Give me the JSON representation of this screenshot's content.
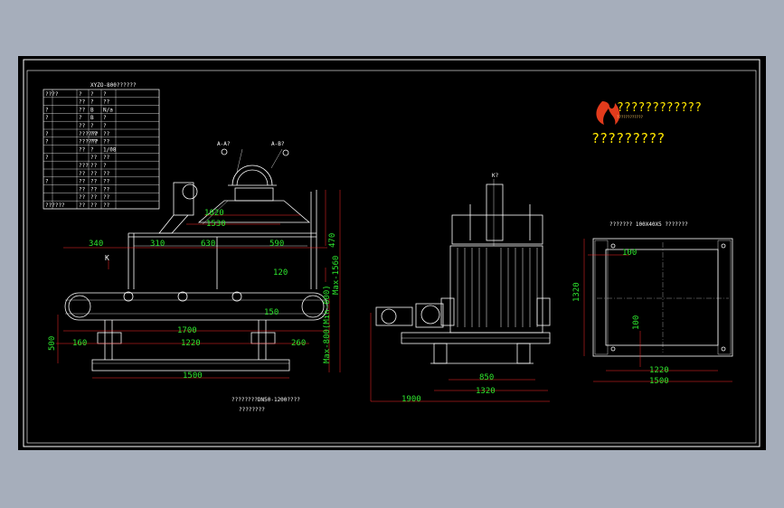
{
  "colors": {
    "background": "#a6aebb",
    "sheet": "#000000",
    "lines": "#ffffff",
    "dimensions": "#2ee62e",
    "logo_text": "#ffe600",
    "logo_flame": "#e23b1c"
  },
  "table": {
    "title": "XYZO-800??????",
    "rows": [
      [
        "????",
        "?",
        "?",
        "?"
      ],
      [
        "",
        "??",
        "?",
        "??"
      ],
      [
        "?",
        "??",
        "B",
        "N/a"
      ],
      [
        "?",
        "?",
        "B",
        "?"
      ],
      [
        "",
        "??",
        "?",
        "?"
      ],
      [
        "?",
        "??????",
        "??",
        "??"
      ],
      [
        "?",
        "??????",
        "??",
        "??"
      ],
      [
        "",
        "??",
        "?",
        "1/08"
      ],
      [
        "?",
        "",
        "??",
        "??"
      ],
      [
        "",
        "???",
        "??",
        "?"
      ],
      [
        "",
        "??",
        "??",
        "??"
      ],
      [
        "?",
        "??",
        "??",
        "??"
      ],
      [
        "",
        "??",
        "??",
        "??"
      ],
      [
        "",
        "??",
        "??",
        "??"
      ],
      [
        "??????",
        "??",
        "??",
        "??"
      ]
    ]
  },
  "logo": {
    "company": "????????????",
    "sub": "?????????",
    "tagline": "????????????"
  },
  "views": {
    "side": {
      "section_left": "A-A?",
      "section_right": "A-B?",
      "direction": "K",
      "caption": "????????DN50-1200????",
      "caption2": "????????",
      "dims": {
        "d1020": "1020",
        "d1530": "1530",
        "d340": "340",
        "d310": "310",
        "d630": "630",
        "d590": "590",
        "d470": "470",
        "d1560": "Max-1560",
        "d120": "120",
        "d1700": "1700",
        "d1220": "1220",
        "d160": "160",
        "d260": "260",
        "d500": "500",
        "d150": "150",
        "d1500": "1500",
        "d800": "Max-800(Min-600)"
      }
    },
    "front": {
      "direction": "K?",
      "dims": {
        "d850": "850",
        "d1320": "1320",
        "d1900": "1900"
      }
    },
    "plan": {
      "title": "??????? 100X40X5 ???????",
      "dims": {
        "d100top": "100",
        "d100mid": "100",
        "d1320": "1320",
        "d1220": "1220",
        "d1500": "1500"
      }
    }
  }
}
